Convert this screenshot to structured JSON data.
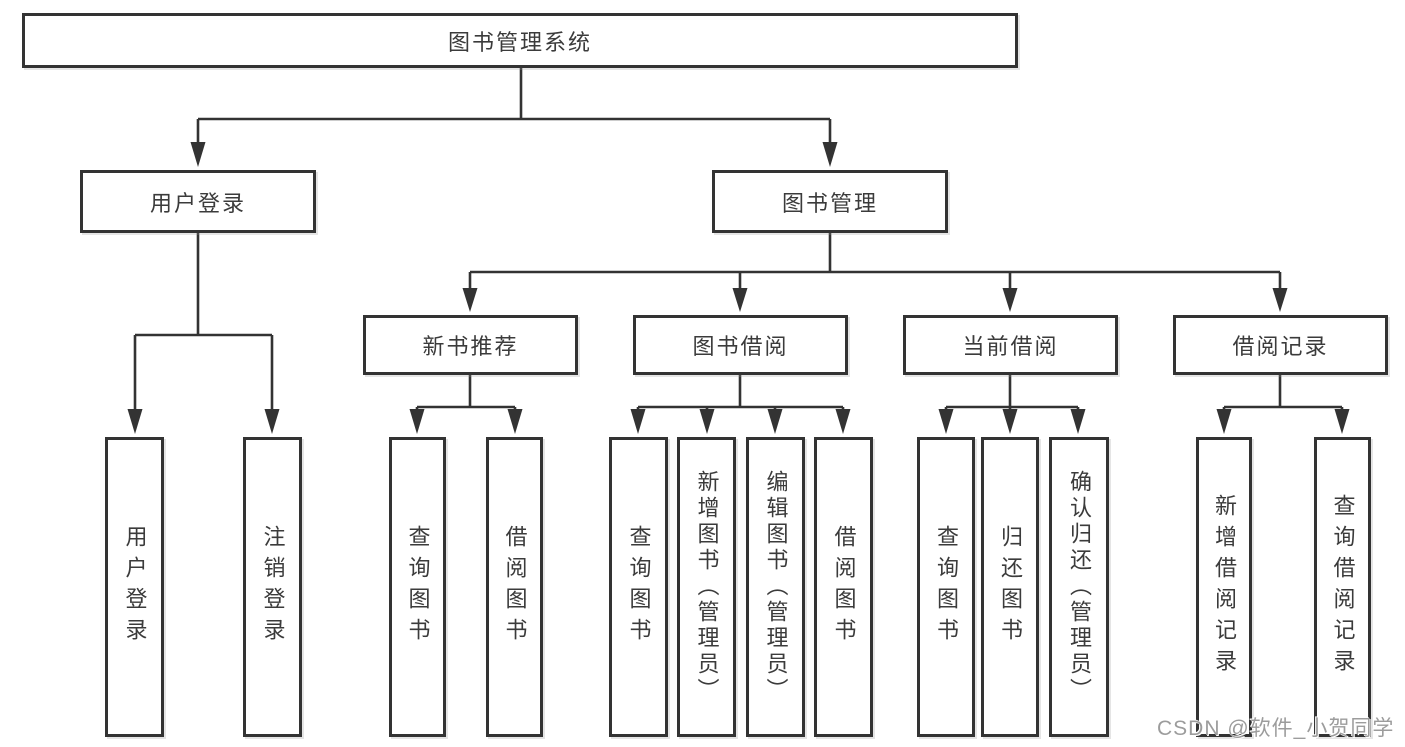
{
  "colors": {
    "line": "#333333",
    "text": "#3b3b3b",
    "background": "#ffffff",
    "watermark_text": "#9c9c9c"
  },
  "watermark": "CSDN @软件_小贺同学",
  "nodes": {
    "root": "图书管理系统",
    "user_login": {
      "label": "用户登录",
      "children": [
        "用户登录",
        "注销登录"
      ]
    },
    "book_management": {
      "label": "图书管理",
      "groups": [
        {
          "label": "新书推荐",
          "children": [
            "查询图书",
            "借阅图书"
          ]
        },
        {
          "label": "图书借阅",
          "children": [
            "查询图书",
            "新增图书（管理员）",
            "编辑图书（管理员）",
            "借阅图书"
          ]
        },
        {
          "label": "当前借阅",
          "children": [
            "查询图书",
            "归还图书",
            "确认归还（管理员）"
          ]
        },
        {
          "label": "借阅记录",
          "children": [
            "新增借阅记录",
            "查询借阅记录"
          ]
        }
      ]
    }
  }
}
